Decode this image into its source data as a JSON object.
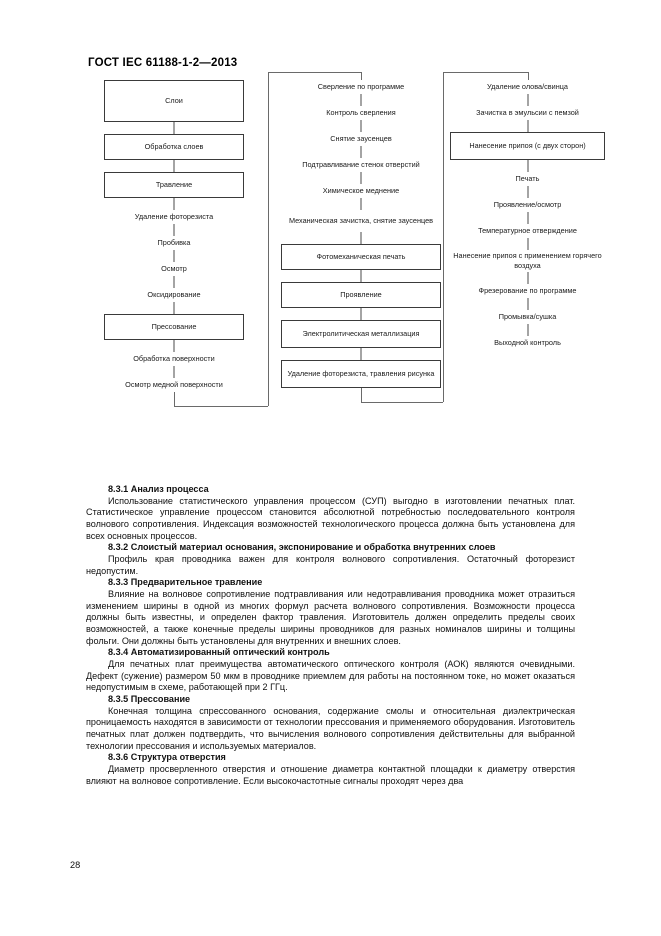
{
  "document": {
    "header": "ГОСТ IEC 61188-1-2—2013",
    "page_number": "28"
  },
  "flowchart": {
    "columns": [
      {
        "id": "column-1",
        "nodes": [
          {
            "label": "Слои",
            "boxed": true,
            "height": 42
          },
          {
            "label": "Обработка слоев",
            "boxed": true,
            "height": 26
          },
          {
            "label": "Травление",
            "boxed": true,
            "height": 26
          },
          {
            "label": "Удаление фоторезиста",
            "boxed": false,
            "height": 14
          },
          {
            "label": "Пробивка",
            "boxed": false,
            "height": 14
          },
          {
            "label": "Осмотр",
            "boxed": false,
            "height": 14
          },
          {
            "label": "Оксидирование",
            "boxed": false,
            "height": 14
          },
          {
            "label": "Прессование",
            "boxed": true,
            "height": 26
          },
          {
            "label": "Обработка поверхности",
            "boxed": false,
            "height": 14
          },
          {
            "label": "Осмотр медной поверхности",
            "boxed": false,
            "height": 14
          }
        ]
      },
      {
        "id": "column-2",
        "nodes": [
          {
            "label": "Сверление по программе",
            "boxed": false,
            "height": 14
          },
          {
            "label": "Контроль сверления",
            "boxed": false,
            "height": 14
          },
          {
            "label": "Снятие заусенцев",
            "boxed": false,
            "height": 14
          },
          {
            "label": "Подтравливание стенок отверстий",
            "boxed": false,
            "height": 14
          },
          {
            "label": "Химическое меднение",
            "boxed": false,
            "height": 14
          },
          {
            "label": "Механическая зачистка, снятие заусенцев",
            "boxed": false,
            "height": 22
          },
          {
            "label": "Фотомеханическая печать",
            "boxed": true,
            "height": 26
          },
          {
            "label": "Проявление",
            "boxed": true,
            "height": 26
          },
          {
            "label": "Электролитическая металлизация",
            "boxed": true,
            "height": 28
          },
          {
            "label": "Удаление фоторезиста, травления рисунка",
            "boxed": true,
            "height": 28
          }
        ]
      },
      {
        "id": "column-3",
        "nodes": [
          {
            "label": "Удаление олова/свинца",
            "boxed": false,
            "height": 14
          },
          {
            "label": "Зачистка в эмульсии с пемзой",
            "boxed": false,
            "height": 14
          },
          {
            "label": "Нанесение припоя (с двух сторон)",
            "boxed": true,
            "height": 28
          },
          {
            "label": "Печать",
            "boxed": false,
            "height": 14
          },
          {
            "label": "Проявление/осмотр",
            "boxed": false,
            "height": 14
          },
          {
            "label": "Температурное отверждение",
            "boxed": false,
            "height": 14
          },
          {
            "label": "Нанесение припоя с применением горячего воздуха",
            "boxed": false,
            "height": 22
          },
          {
            "label": "Фрезерование по программе",
            "boxed": false,
            "height": 14
          },
          {
            "label": "Промывка/сушка",
            "boxed": false,
            "height": 14
          },
          {
            "label": "Выходной контроль",
            "boxed": false,
            "height": 14
          }
        ]
      }
    ]
  },
  "sections": [
    {
      "heading": "8.3.1 Анализ процесса",
      "body": "Использование статистического управления процессом (СУП) выгодно в изготовлении печатных плат. Статистическое управление процессом становится абсолютной потребностью последовательного контроля волнового сопротивления. Индексация возможностей технологического процесса должна быть установлена для всех основных процессов."
    },
    {
      "heading": "8.3.2 Слоистый материал основания, экспонирование и обработка внутренних слоев",
      "body": "Профиль края проводника важен для контроля волнового сопротивления. Остаточный фоторезист недопустим."
    },
    {
      "heading": "8.3.3 Предварительное травление",
      "body": "Влияние на волновое сопротивление подтравливания или недотравливания проводника может отразиться изменением ширины в одной из многих формул расчета волнового сопротивления. Возможности процесса должны быть известны, и определен фактор травления. Изготовитель должен определить пределы своих возможностей, а также конечные пределы ширины проводников для разных номиналов ширины и толщины фольги. Они должны быть установлены для внутренних и внешних слоев."
    },
    {
      "heading": "8.3.4 Автоматизированный оптический контроль",
      "body": "Для печатных плат преимущества автоматического оптического контроля (АОК) являются очевидными. Дефект (сужение) размером 50 мкм в проводнике приемлем для работы на постоянном токе, но может оказаться недопустимым в схеме, работающей при 2 ГГц."
    },
    {
      "heading": "8.3.5 Прессование",
      "body": "Конечная толщина спрессованного основания, содержание смолы и относительная диэлектрическая проницаемость находятся в зависимости от технологии прессования и применяемого оборудования. Изготовитель печатных плат должен подтвердить, что вычисления волнового сопротивления действительны для выбранной технологии прессования и используемых материалов."
    },
    {
      "heading": "8.3.6 Структура отверстия",
      "body": "Диаметр просверленного отверстия и отношение диаметра контактной площадки к диаметру отверстия влияют на волновое сопротивление. Если высокочастотные сигналы проходят через два"
    }
  ]
}
